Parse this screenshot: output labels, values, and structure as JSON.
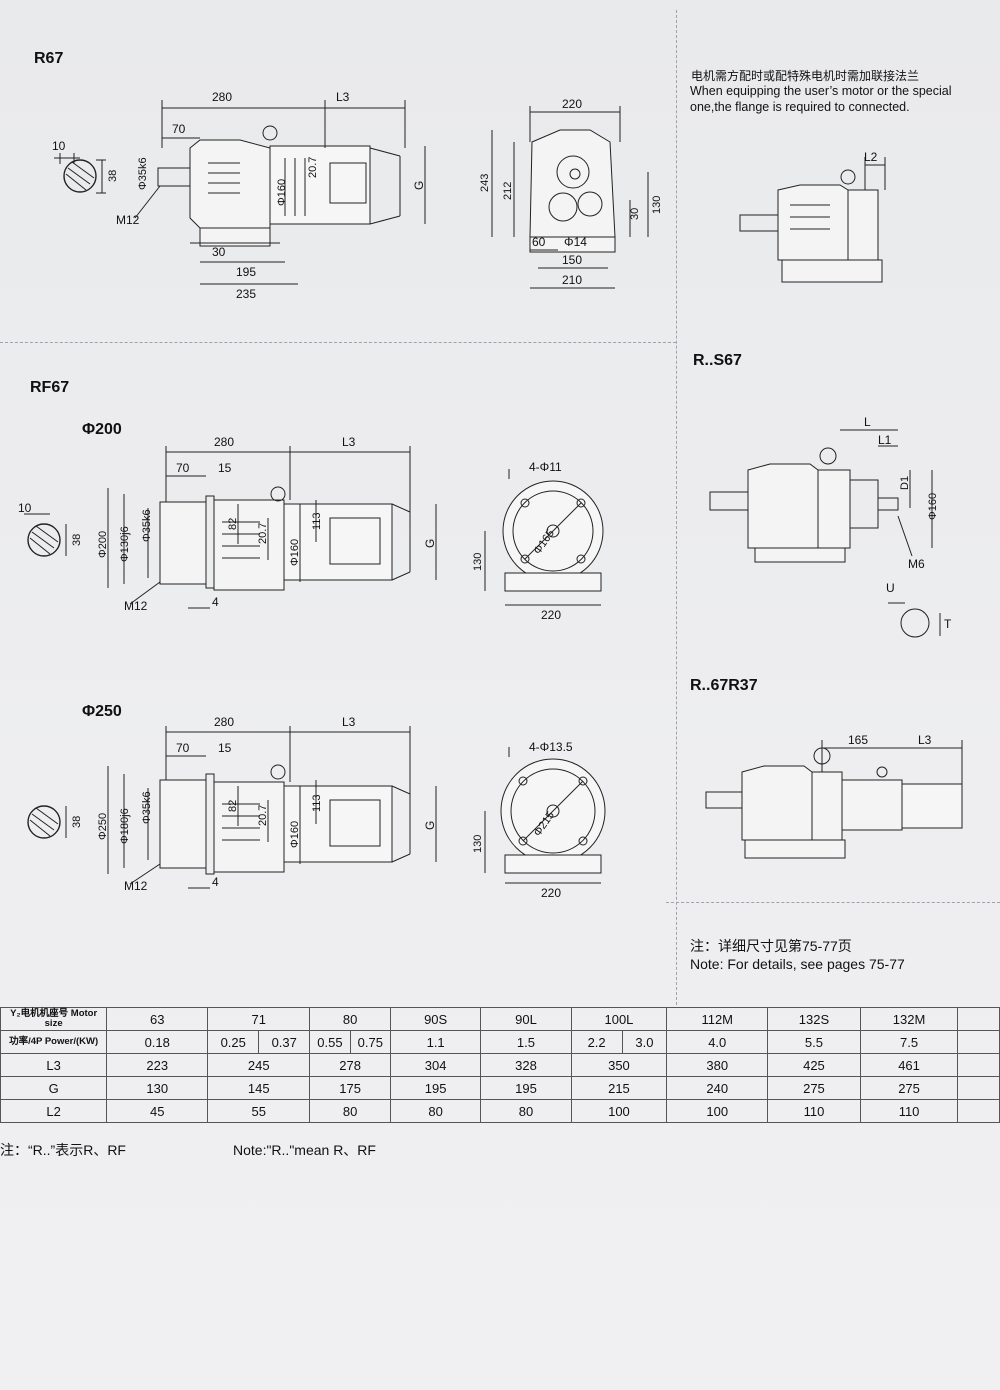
{
  "sections": {
    "r67": "R67",
    "rf67": "RF67",
    "phi200": "Φ200",
    "phi250": "Φ250",
    "rs67": "R..S67",
    "r67r37": "R..67R37"
  },
  "flange_note": {
    "cn": "电机需方配时或配特殊电机时需加联接法兰",
    "en": "When equipping the user’s motor or the special one,the flange is required to connected."
  },
  "details_note": {
    "cn": "注：详细尺寸见第75-77页",
    "en": "Note: For details, see pages 75-77"
  },
  "dims": {
    "r67": {
      "d280": "280",
      "l3": "L3",
      "d70": "70",
      "d10": "10",
      "d38": "38",
      "shaft": "Φ35k6",
      "d160": "Φ160",
      "d207": "20.7",
      "g": "G",
      "m12": "M12",
      "d30": "30",
      "d195": "195",
      "d235": "235"
    },
    "r67_side": {
      "d220": "220",
      "d243": "243",
      "d212": "212",
      "d30": "30",
      "d130": "130",
      "d60": "60",
      "d14": "Φ14",
      "d150": "150",
      "d210": "210"
    },
    "rs67": {
      "l": "L",
      "l1": "L1",
      "d1": "D1",
      "d160": "Φ160",
      "m6": "M6",
      "u": "U",
      "t": "T"
    },
    "r67r37": {
      "d165": "165",
      "l3": "L3"
    },
    "rf200": {
      "d280": "280",
      "l3": "L3",
      "d70": "70",
      "d15": "15",
      "d10": "10",
      "d38": "38",
      "d200": "Φ200",
      "d130": "Φ130j6",
      "shaft": "Φ35k6",
      "d82": "82",
      "d207": "20.7",
      "d160": "Φ160",
      "d113": "113",
      "g": "G",
      "m12": "M12",
      "d4": "4",
      "holes": "4-Φ11",
      "pcd": "Φ165",
      "d130v": "130",
      "d220": "220"
    },
    "rf250": {
      "d280": "280",
      "l3": "L3",
      "d70": "70",
      "d15": "15",
      "d38": "38",
      "d250": "Φ250",
      "d180": "Φ180j6",
      "shaft": "Φ35k6",
      "d82": "82",
      "d207": "20.7",
      "d160": "Φ160",
      "d113": "113",
      "g": "G",
      "m12": "M12",
      "d4": "4",
      "holes": "4-Φ13.5",
      "pcd": "Φ215",
      "d130v": "130",
      "d220": "220"
    }
  },
  "table": {
    "motor_size_label": "Y₂电机机座号 Motor size",
    "power_label": "功率/4P Power/(KW)",
    "motor_sizes": [
      "63",
      "71",
      "80",
      "90S",
      "90L",
      "100L",
      "112M",
      "132S",
      "132M"
    ],
    "power": [
      "0.18",
      "0.25",
      "0.37",
      "0.55",
      "0.75",
      "1.1",
      "1.5",
      "2.2",
      "3.0",
      "4.0",
      "5.5",
      "7.5"
    ],
    "rows": [
      {
        "label": "L3",
        "values": [
          "223",
          "245",
          "278",
          "304",
          "328",
          "350",
          "380",
          "425",
          "461"
        ]
      },
      {
        "label": "G",
        "values": [
          "130",
          "145",
          "175",
          "195",
          "195",
          "215",
          "240",
          "275",
          "275"
        ]
      },
      {
        "label": "L2",
        "values": [
          "45",
          "55",
          "80",
          "80",
          "80",
          "100",
          "100",
          "110",
          "110"
        ]
      }
    ]
  },
  "footnote": {
    "cn": "注：“R..”表示R、RF",
    "en": "Note:\"R..\"mean R、RF"
  }
}
